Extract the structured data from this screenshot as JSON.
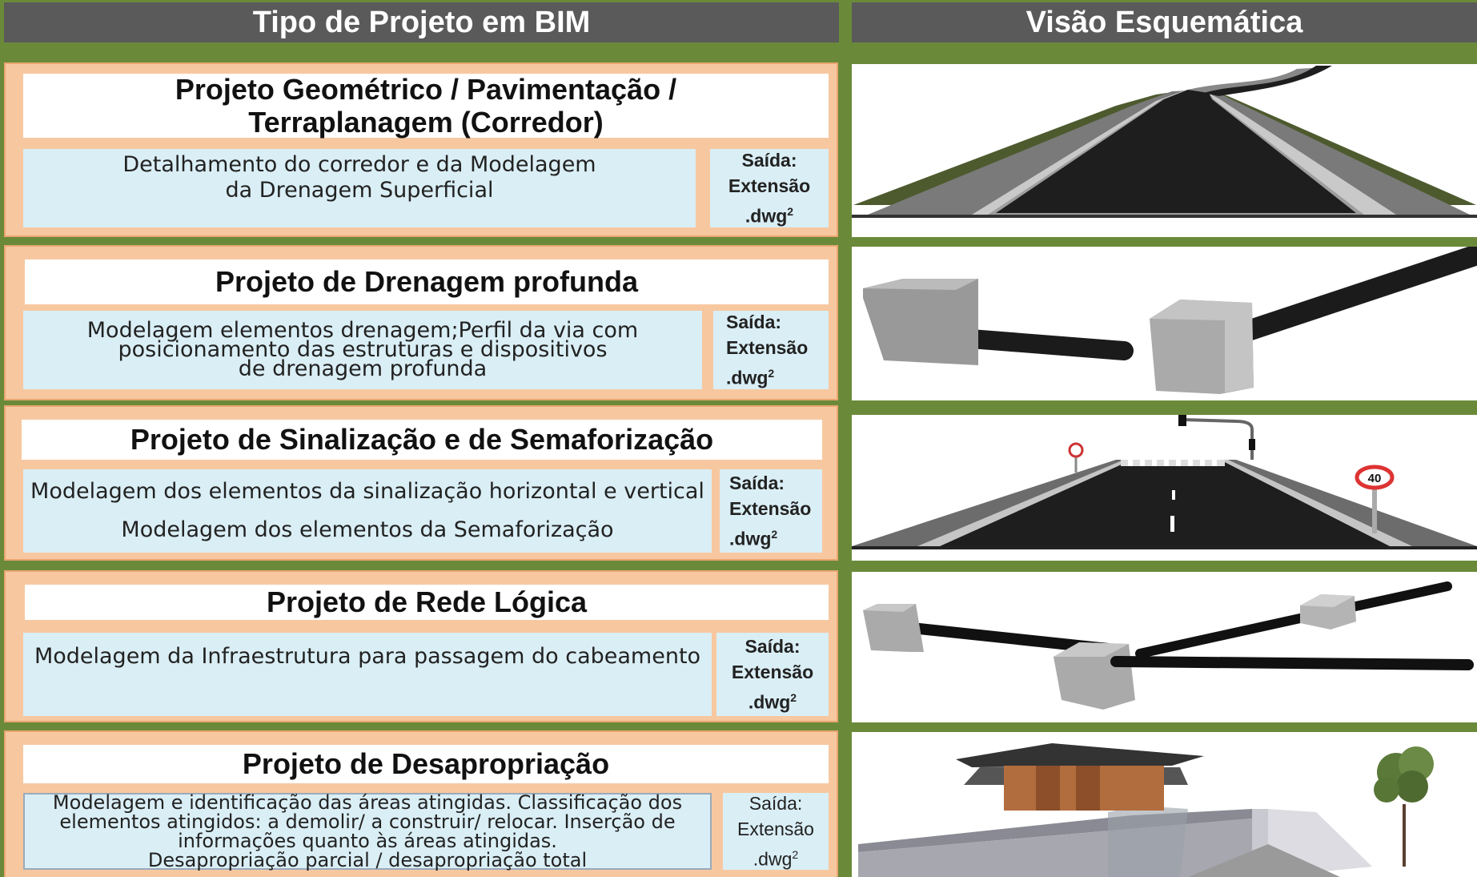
{
  "header": {
    "left": "Tipo de Projeto em BIM",
    "right": "Visão Esquemática"
  },
  "output": {
    "label": "Saída:",
    "ext": "Extensão",
    "fmt": ".dwg",
    "sup": "2"
  },
  "rows": [
    {
      "title": "Projeto Geométrico / Pavimentação /  Terraplanagem (Corredor)",
      "desc": [
        "Detalhamento do corredor e da  Modelagem",
        "da Drenagem Superficial"
      ],
      "image": "road-corridor-illustration"
    },
    {
      "title": "Projeto de Drenagem profunda",
      "desc": [
        "Modelagem elementos drenagem;Perfil da  via com",
        "posicionamento das estruturas e  dispositivos",
        "de drenagem profunda"
      ],
      "image": "drainage-pipes-illustration"
    },
    {
      "title": "Projeto de Sinalização e de Semaforização",
      "desc": [
        "Modelagem dos elementos da sinalização horizontal e vertical",
        "Modelagem dos elementos da Semaforização"
      ],
      "image": "road-signs-illustration",
      "sign_text": "40"
    },
    {
      "title": "Projeto de Rede Lógica",
      "desc": [
        "Modelagem da Infraestrutura para passagem do cabeamento"
      ],
      "image": "network-ducts-illustration"
    },
    {
      "title": "Projeto de Desapropriação",
      "desc": [
        "Modelagem e identificação das áreas atingidas. Classificação dos",
        "elementos atingidos: a demolir/ a construir/ relocar. Inserção de",
        "informações quanto às áreas atingidas.",
        "Desapropriação parcial / desapropriação total"
      ],
      "image": "house-expropriation-illustration"
    }
  ]
}
